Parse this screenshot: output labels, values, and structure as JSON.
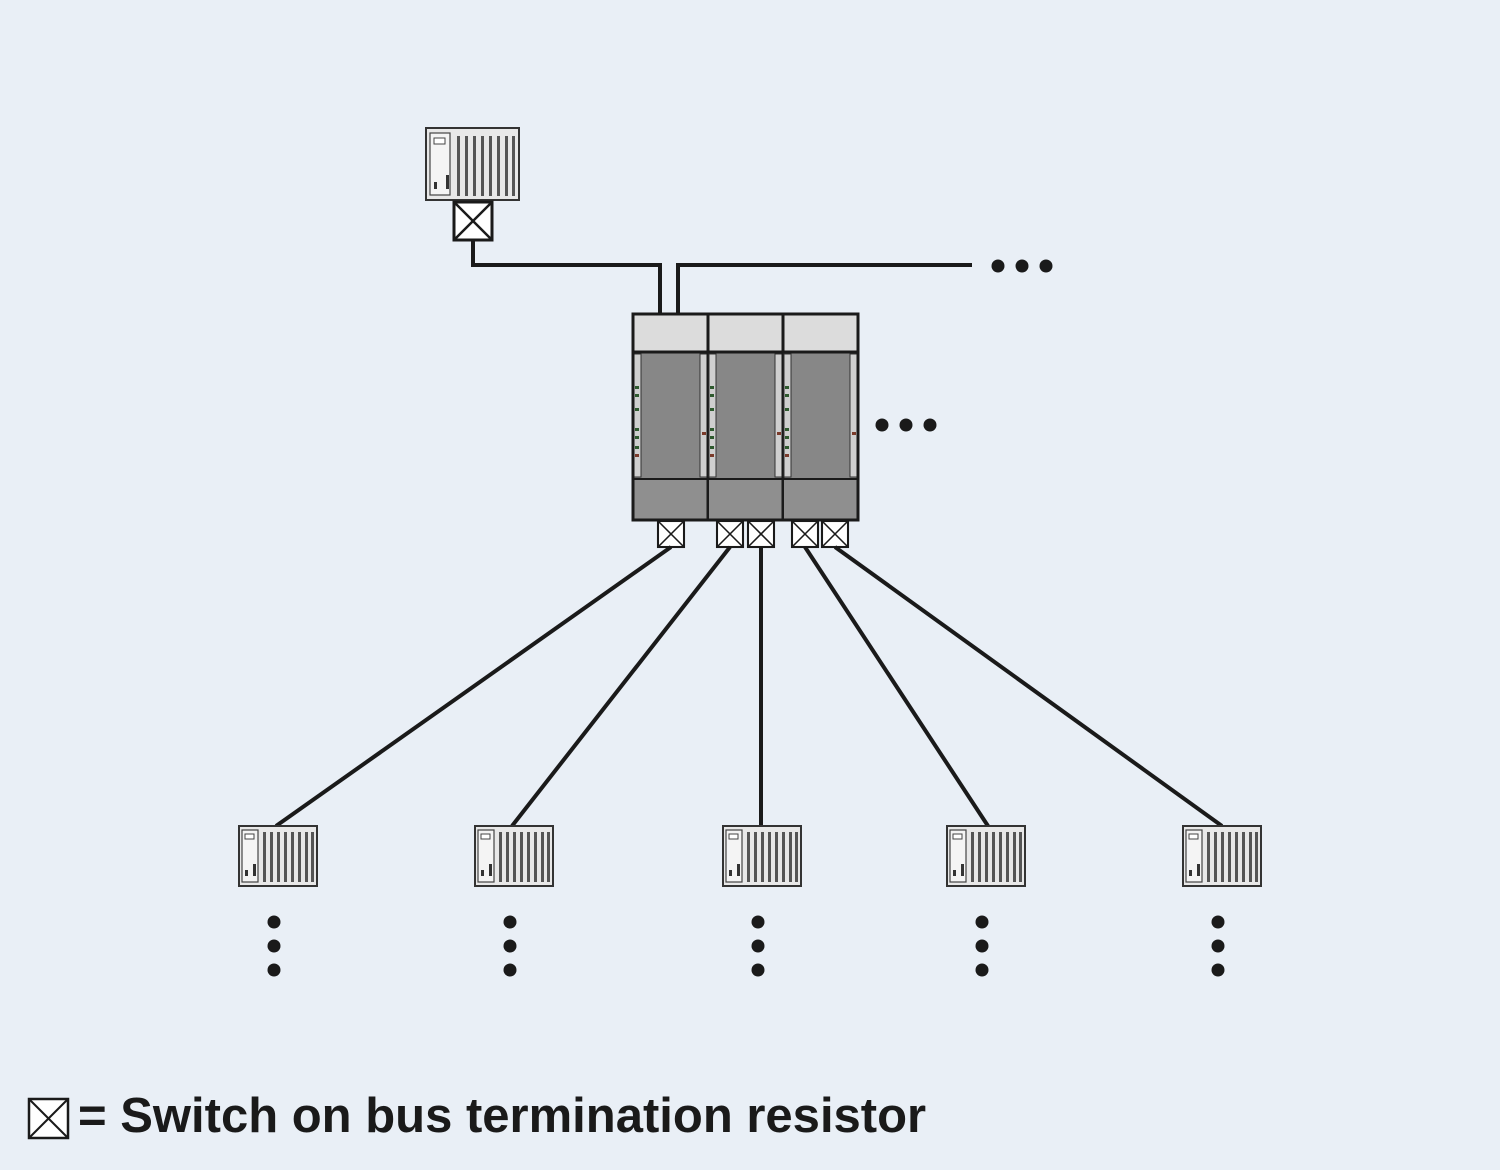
{
  "legend": {
    "label": "= Switch on bus termination resistor",
    "symbol_icon": "termination-switch-icon"
  },
  "colors": {
    "background": "#e9eff6",
    "line": "#1a1a1a",
    "module_body": "#878787",
    "module_top": "#dcdcdc",
    "device_fill": "#e8e8e8"
  },
  "diagram": {
    "master_device": {
      "name": "master-device",
      "termination_switch_on": true
    },
    "repeater_modules": 3,
    "repeater_termination_switches": 5,
    "slave_devices": 5,
    "continuation_markers": [
      "bus-continuation",
      "module-continuation",
      "slave-chain-continuation"
    ]
  }
}
